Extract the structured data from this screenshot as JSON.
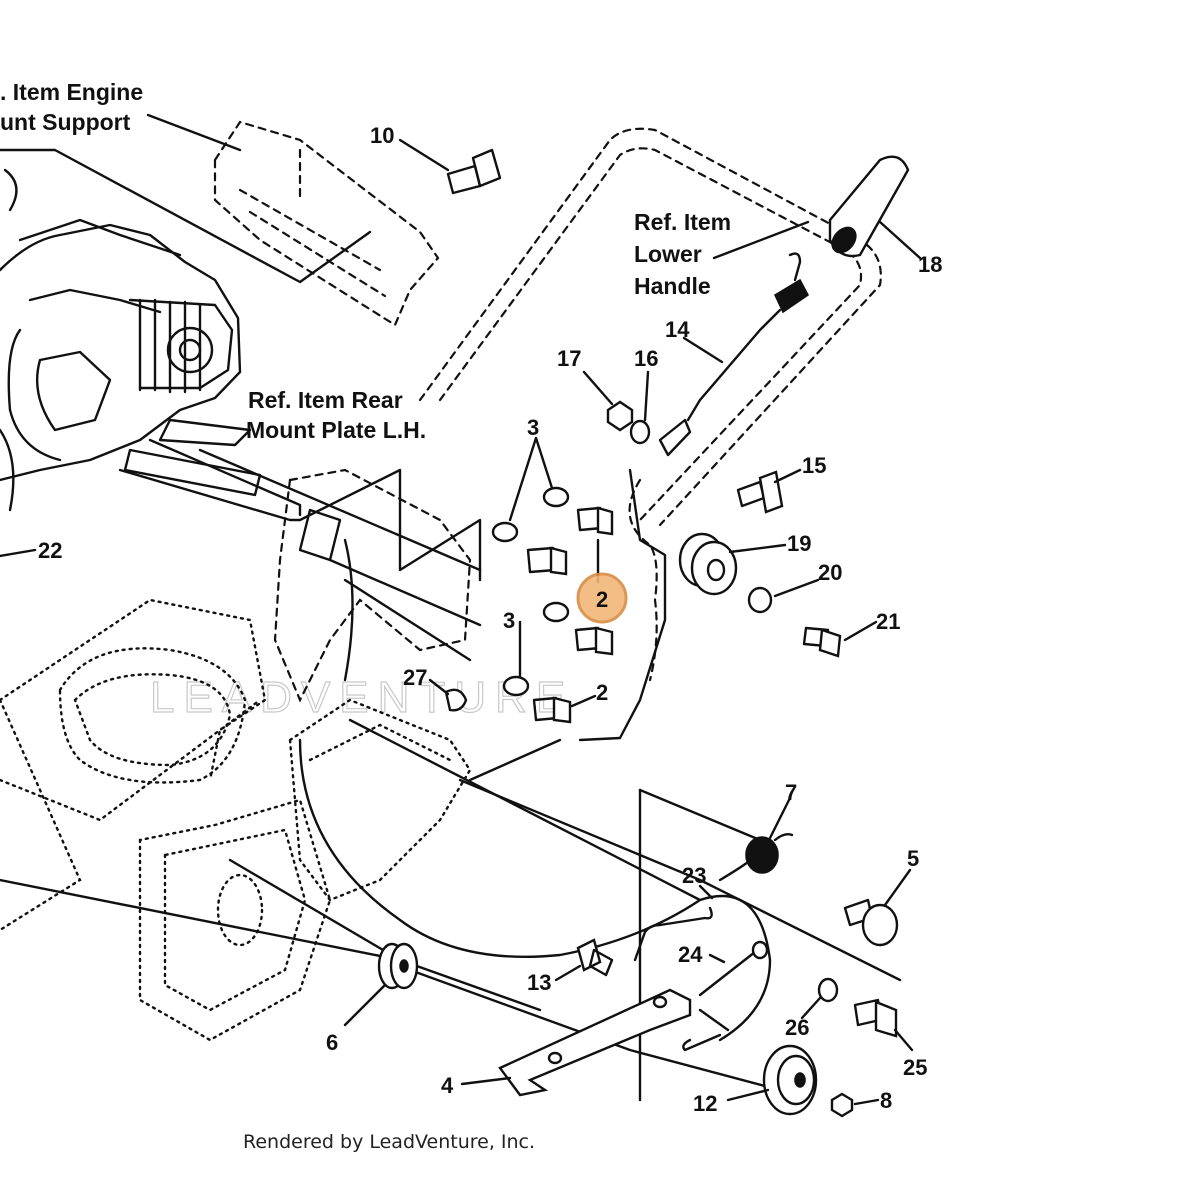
{
  "ref_labels": {
    "engine_mount_1": ". Item Engine",
    "engine_mount_2": "unt Support",
    "lower_handle_1": "Ref. Item",
    "lower_handle_2": "Lower",
    "lower_handle_3": "Handle",
    "rear_mount_1": "Ref. Item Rear",
    "rear_mount_2": "Mount Plate L.H."
  },
  "callouts": {
    "c10": "10",
    "c18": "18",
    "c14": "14",
    "c17": "17",
    "c16": "16",
    "c15": "15",
    "c3a": "3",
    "c3b": "3",
    "c2a": "2",
    "c2b": "2",
    "c19": "19",
    "c20": "20",
    "c21": "21",
    "c22": "22",
    "c27": "27",
    "c7": "7",
    "c5": "5",
    "c23": "23",
    "c24": "24",
    "c13": "13",
    "c6": "6",
    "c26": "26",
    "c25": "25",
    "c4": "4",
    "c12": "12",
    "c8": "8"
  },
  "highlighted_callout": "2",
  "highlight_color": "#f2b679",
  "watermark": "LEADVENTURE",
  "footer": "Rendered by LeadVenture, Inc."
}
